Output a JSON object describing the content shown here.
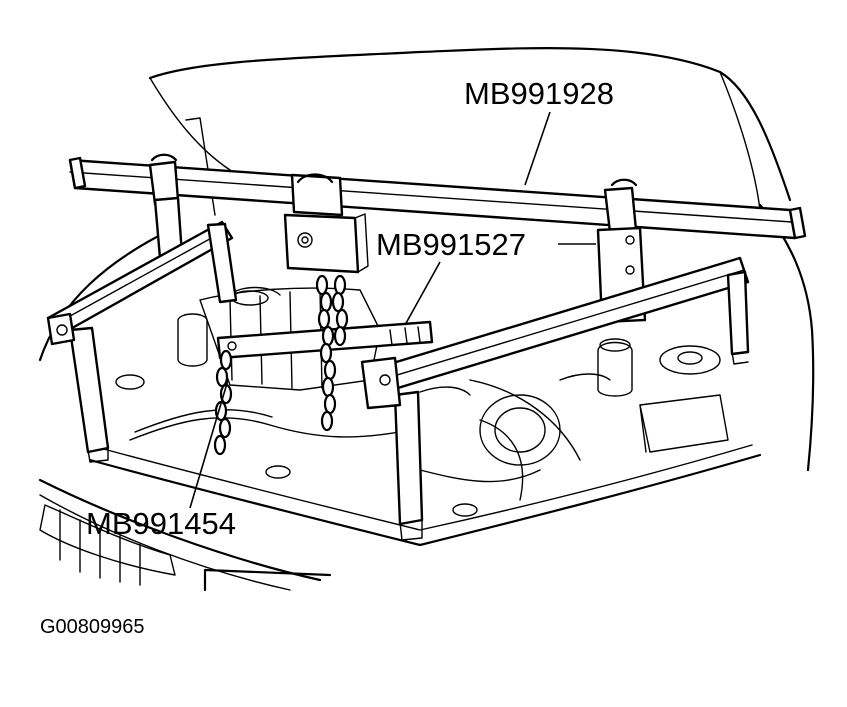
{
  "figure": {
    "labels": {
      "beam": "MB991928",
      "hanger": "MB991527",
      "chain": "MB991454"
    },
    "figure_code": "G00809965"
  }
}
